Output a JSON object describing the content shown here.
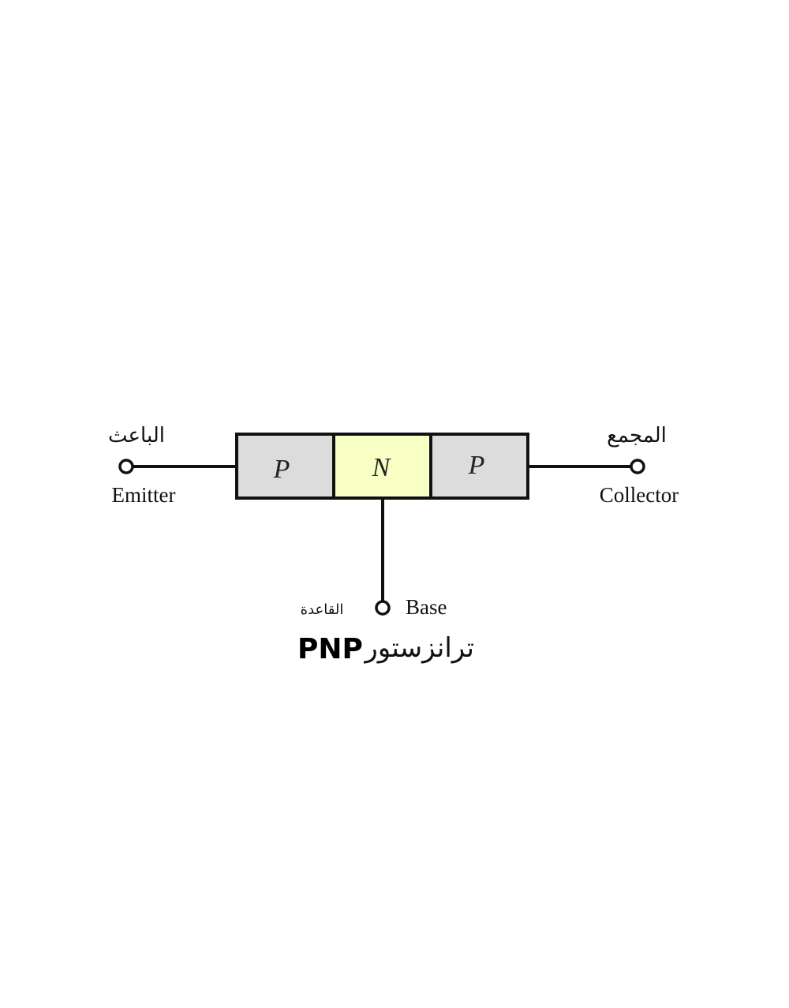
{
  "regions": [
    {
      "letter": "P",
      "color": "#dcdcdc"
    },
    {
      "letter": "N",
      "color": "#f7ffc5"
    },
    {
      "letter": "P",
      "color": "#dcdcdc"
    }
  ],
  "terminals": {
    "emitter": {
      "label": "Emitter",
      "arabic": "الباعث"
    },
    "collector": {
      "label": "Collector",
      "arabic": "المجمع"
    },
    "base": {
      "label": "Base",
      "arabic": "القاعدة"
    }
  },
  "caption": {
    "arabic": "ترانزستور",
    "type": "PNP"
  },
  "colors": {
    "outline": "#111111",
    "background": "#ffffff"
  }
}
